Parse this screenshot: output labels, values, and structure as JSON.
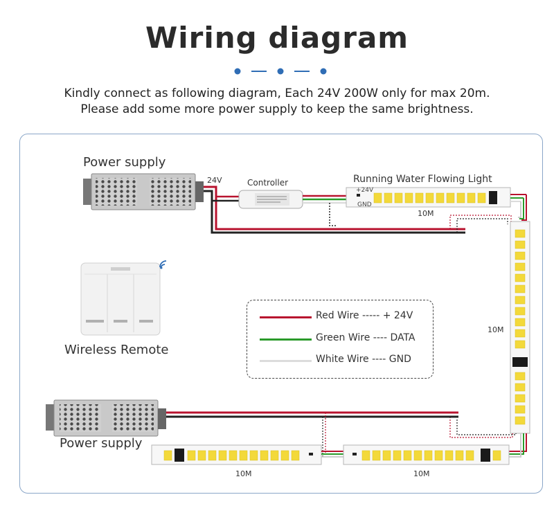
{
  "header": {
    "title": "Wiring diagram",
    "subtitle_line1": "Kindly connect as following diagram, Each 24V 200W only for max 20m.",
    "subtitle_line2": "Please add some more power supply to keep the same brightness."
  },
  "labels": {
    "power_supply_top": "Power supply",
    "power_supply_bottom": "Power supply",
    "voltage": "24V",
    "controller": "Controller",
    "strip_title": "Running Water Flowing Light",
    "strip_plus": "+24V",
    "strip_gnd": "GND",
    "len_top": "10M",
    "len_right": "10M",
    "len_bottom_right": "10M",
    "len_bottom_left": "10M",
    "wireless_remote": "Wireless Remote"
  },
  "legend": [
    {
      "text": "Red Wire ----- + 24V",
      "color": "#b8122e"
    },
    {
      "text": "Green Wire ---- DATA",
      "color": "#2a9a2a"
    },
    {
      "text": "White Wire ---- GND",
      "color": "#dcdcdc"
    }
  ],
  "colors": {
    "accent": "#2f6db5",
    "red_wire": "#b8122e",
    "green_wire": "#2a9a2a",
    "white_wire": "#dcdcdc",
    "black_wire": "#222222",
    "led": "#f3d93a"
  },
  "icons": {
    "wifi": "wifi-signal-icon"
  }
}
